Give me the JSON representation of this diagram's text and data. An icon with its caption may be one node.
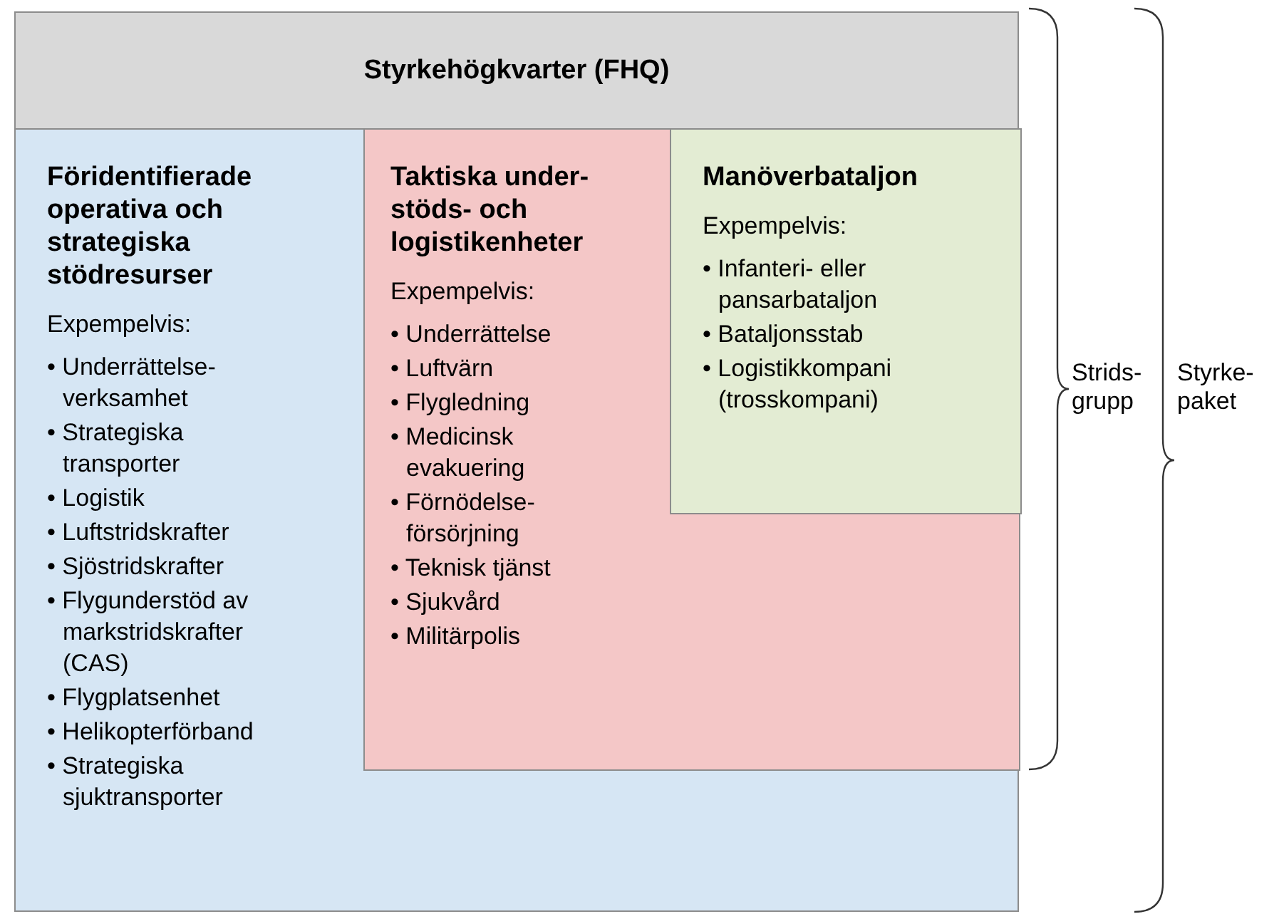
{
  "diagram": {
    "nodes": [
      {
        "text": [
          "Styrkehögkvarter (FHQ)"
        ]
      },
      {
        "text": [
          "Föridentifierade operativa och strategiska stödresurser",
          "Expempelvis:",
          "• Underrättelse- verksamhet",
          "• Strategiska transporter",
          "• Logistik",
          "• Luftstridskrafter",
          "• Sjöstridskrafter",
          "• Flygunderstöd av markstridskrafter (CAS)",
          "• Flygplatsenhet",
          "• Helikopterförband",
          "• Strategiska sjuktransporter"
        ]
      },
      {
        "text": [
          "Taktiska under- stöds- och logistikenheter",
          "Expempelvis:",
          "• Underrättelse",
          "• Luftvärn",
          "• Flygledning",
          "• Medicinsk evakuering",
          "• Förnödelse- försörjning",
          "• Teknisk tjänst",
          "• Sjukvård",
          "• Militärpolis"
        ],
        "in": 1
      },
      {
        "text": [
          "Manöverbataljon",
          "Expempelvis:",
          "• Infanteri- eller pansarbataljon",
          "• Bataljonsstab",
          "• Logistikkompani (trosskompani)"
        ],
        "in": 2
      }
    ],
    "edges": [],
    "labels": [
      "Strids- grupp",
      "Styrke- paket"
    ]
  }
}
